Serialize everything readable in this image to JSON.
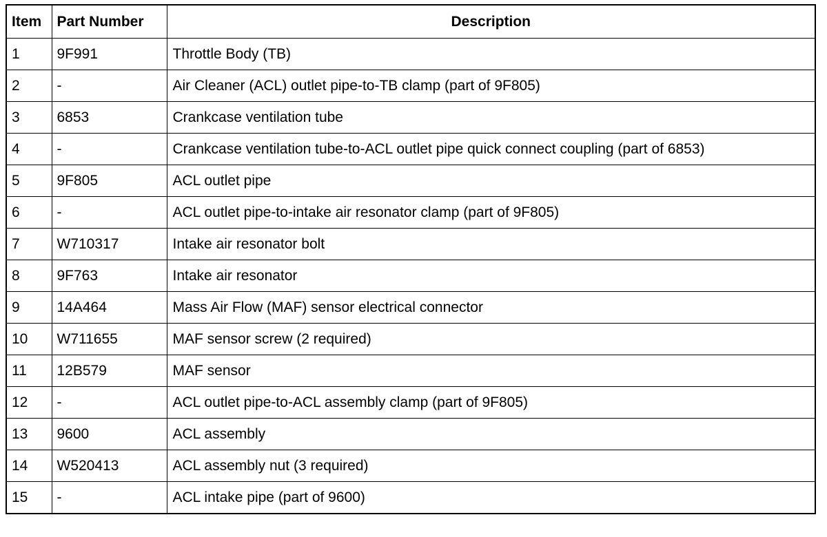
{
  "table": {
    "headers": {
      "item": "Item",
      "part_number": "Part Number",
      "description": "Description"
    },
    "rows": [
      {
        "item": "1",
        "part_number": "9F991",
        "description": "Throttle Body (TB)"
      },
      {
        "item": "2",
        "part_number": "-",
        "description": "Air Cleaner (ACL) outlet pipe-to-TB clamp (part of 9F805)"
      },
      {
        "item": "3",
        "part_number": "6853",
        "description": "Crankcase ventilation tube"
      },
      {
        "item": "4",
        "part_number": "-",
        "description": "Crankcase ventilation tube-to-ACL outlet pipe quick connect coupling (part of 6853)"
      },
      {
        "item": "5",
        "part_number": "9F805",
        "description": "ACL outlet pipe"
      },
      {
        "item": "6",
        "part_number": "-",
        "description": "ACL outlet pipe-to-intake air resonator clamp (part of 9F805)"
      },
      {
        "item": "7",
        "part_number": "W710317",
        "description": "Intake air resonator bolt"
      },
      {
        "item": "8",
        "part_number": "9F763",
        "description": "Intake air resonator"
      },
      {
        "item": "9",
        "part_number": "14A464",
        "description": "Mass Air Flow (MAF) sensor electrical connector"
      },
      {
        "item": "10",
        "part_number": "W711655",
        "description": "MAF sensor screw (2 required)"
      },
      {
        "item": "11",
        "part_number": "12B579",
        "description": "MAF sensor"
      },
      {
        "item": "12",
        "part_number": "-",
        "description": "ACL outlet pipe-to-ACL assembly clamp (part of 9F805)"
      },
      {
        "item": "13",
        "part_number": "9600",
        "description": "ACL assembly"
      },
      {
        "item": "14",
        "part_number": "W520413",
        "description": "ACL assembly nut (3 required)"
      },
      {
        "item": "15",
        "part_number": "-",
        "description": "ACL intake pipe (part of 9600)"
      }
    ]
  }
}
